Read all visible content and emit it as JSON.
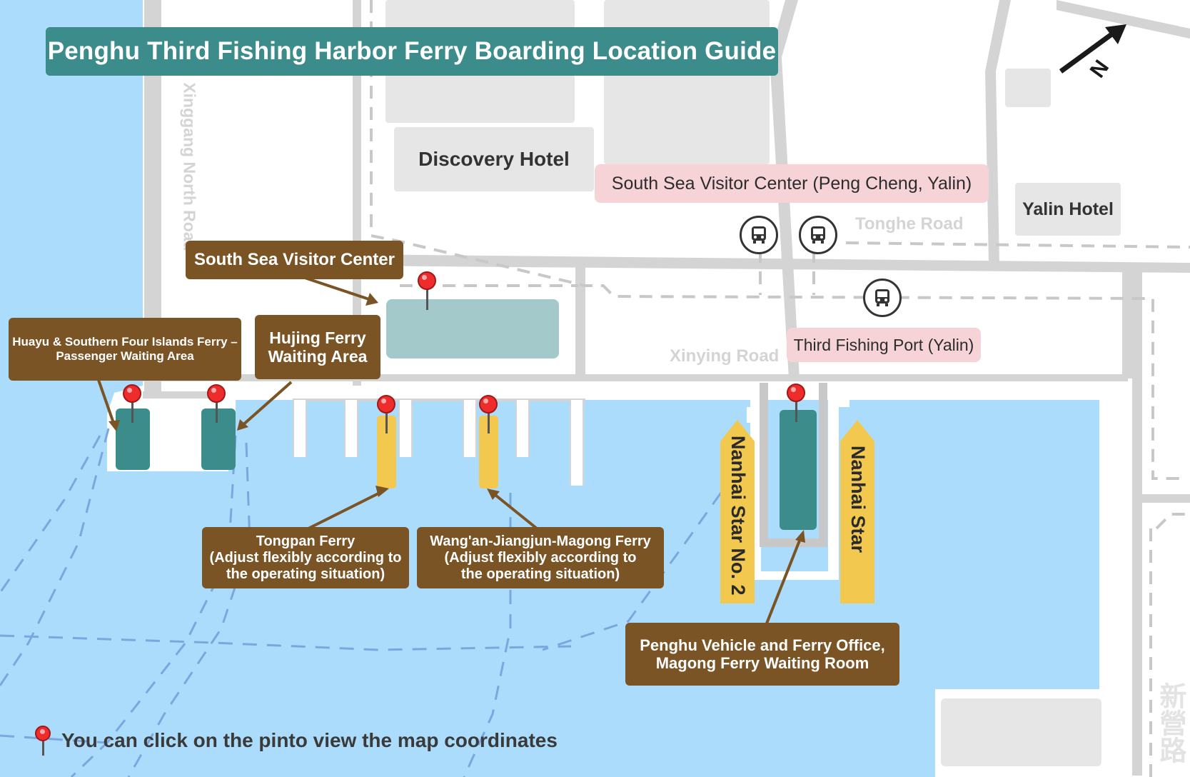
{
  "title": "Penghu Third Fishing Harbor Ferry Boarding Location Guide",
  "compass": {
    "label": "N",
    "icon": "north-arrow-icon"
  },
  "buildings": {
    "discovery_hotel": "Discovery Hotel",
    "yalin_hotel": "Yalin Hotel"
  },
  "roads": {
    "xinggang_north": "Xinggang North Road",
    "tonghe": "Tonghe Road",
    "xinying": "Xinying Road",
    "xinying_chinese": "新營路"
  },
  "pink_labels": {
    "south_sea_visitor_center_pengcheng_yalin": "South Sea Visitor Center (Peng Cheng, Yalin)",
    "third_fishing_port_yalin": "Third Fishing Port (Yalin)"
  },
  "callouts": {
    "south_sea_visitor_center": "South Sea Visitor Center",
    "huayu_line1": "Huayu & Southern Four Islands Ferry –",
    "huayu_line2": "Passenger Waiting Area",
    "hujing_line1": "Hujing Ferry",
    "hujing_line2": "Waiting Area",
    "tongpan_line1": "Tongpan Ferry",
    "tongpan_line2": "(Adjust flexibly according to",
    "tongpan_line3": "the operating situation)",
    "wangan_line1": "Wang'an-Jiangjun-Magong Ferry",
    "wangan_line2": "(Adjust flexibly according to",
    "wangan_line3": "the operating situation)",
    "office_line1": "Penghu Vehicle and Ferry Office,",
    "office_line2": "Magong Ferry Waiting Room"
  },
  "vessels": {
    "nanhai_star_no2": "Nanhai Star No. 2",
    "nanhai_star": "Nanhai Star"
  },
  "hint": "You can click on the pinto view the map coordinates",
  "colors": {
    "water": "#abdcfb",
    "road": "#d4d4d4",
    "title_bg": "#3d8c8c",
    "callout_brown": "#7b5426",
    "pink_label": "#f6d3d6",
    "ferry_yellow": "#f3c84f",
    "berth_teal": "#3d8c8c",
    "pin_red": "#ee2c2c"
  }
}
